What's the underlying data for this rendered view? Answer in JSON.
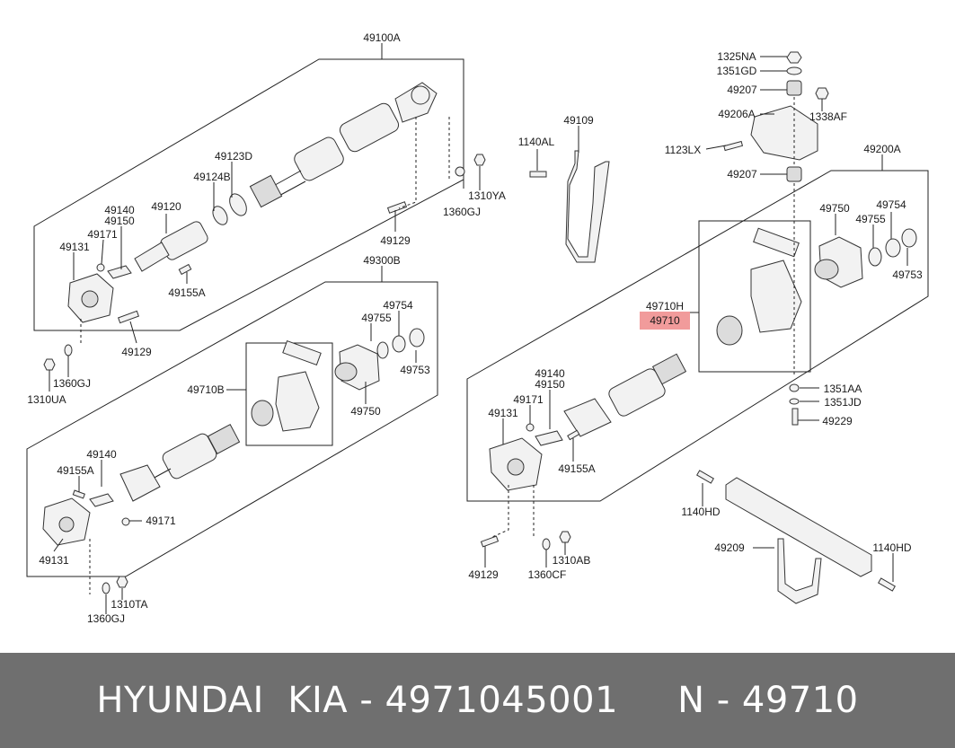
{
  "diagram": {
    "highlight_label": "49710",
    "labels": {
      "g49100A": "49100A",
      "g49300B": "49300B",
      "g49200A": "49200A",
      "p49109": "49109",
      "p1140AL": "1140AL",
      "p1325NA": "1325NA",
      "p1351GD": "1351GD",
      "p49207a": "49207",
      "p49206A": "49206A",
      "p1338AF": "1338AF",
      "p1123LX": "1123LX",
      "p49207b": "49207",
      "p49123D": "49123D",
      "p49124B": "49124B",
      "p49120": "49120",
      "p49140a": "49140",
      "p49150a": "49150",
      "p49171a": "49171",
      "p49131a": "49131",
      "p49155Aa": "49155A",
      "p49129a": "49129",
      "p49129b": "49129",
      "p1310YA": "1310YA",
      "p1360GJa": "1360GJ",
      "p1360GJb": "1360GJ",
      "p1310UA": "1310UA",
      "p49750a": "49750",
      "p49755a": "49755",
      "p49754a": "49754",
      "p49753a": "49753",
      "p49710H": "49710H",
      "p49750b": "49750",
      "p49755b": "49755",
      "p49754b": "49754",
      "p49753b": "49753",
      "p49710B": "49710B",
      "p49140b": "49140",
      "p49155Ab": "49155A",
      "p49171b": "49171",
      "p49131b": "49131",
      "p1310TA": "1310TA",
      "p1360GJc": "1360GJ",
      "p49140c": "49140",
      "p49150c": "49150",
      "p49171c": "49171",
      "p49131c": "49131",
      "p49155Ac": "49155A",
      "p49129c": "49129",
      "p1360CF": "1360CF",
      "p1310AB": "1310AB",
      "p1351AA": "1351AA",
      "p1351JD": "1351JD",
      "p49229": "49229",
      "p1140HDa": "1140HD",
      "p1140HDb": "1140HD",
      "p49209": "49209"
    }
  },
  "footer": {
    "text": "HYUNDAI  KIA - 4971045001     N - 49710"
  },
  "colors": {
    "footer_bg": "#6f6f6f",
    "highlight": "#ef8a8a"
  }
}
